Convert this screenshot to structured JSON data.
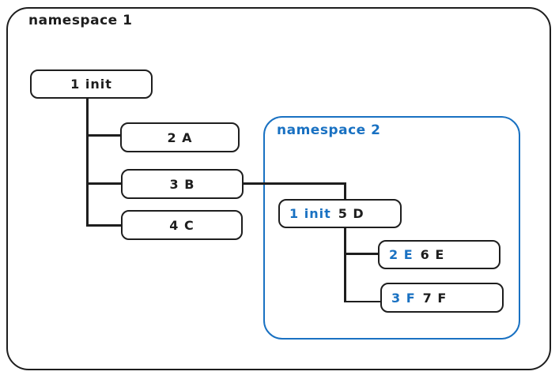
{
  "colors": {
    "stroke": "#1e1e1e",
    "accent": "#1971c2",
    "background": "#ffffff"
  },
  "namespace1": {
    "label": "namespace 1",
    "nodes": {
      "init": {
        "label": "1 init"
      },
      "a": {
        "label": "2 A"
      },
      "b": {
        "label": "3 B"
      },
      "c": {
        "label": "4 C"
      }
    }
  },
  "namespace2": {
    "label": "namespace 2",
    "nodes": {
      "d": {
        "ns_pid": "1 init",
        "host_pid": "5 D"
      },
      "e": {
        "ns_pid": "2 E",
        "host_pid": "6 E"
      },
      "f": {
        "ns_pid": "3 F",
        "host_pid": "7 F"
      }
    }
  }
}
